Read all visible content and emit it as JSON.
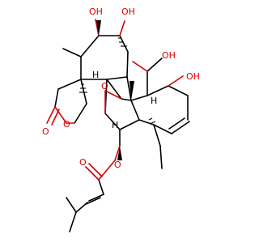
{
  "molecule": {
    "atom_labels": {
      "oh_top_left": "OH",
      "oh_top_right": "OH",
      "oh_right_upper": "OH",
      "oh_right": "OH",
      "o_bridge": "O",
      "o_ring": "O",
      "o_carbonyl": "O",
      "o_ester": "O",
      "o_ester_carbonyl": "O",
      "h_upper": "H",
      "h_center": "H",
      "h_right": "H"
    },
    "colors": {
      "oxygen": "#e00000",
      "carbon_bond": "#000000"
    }
  }
}
